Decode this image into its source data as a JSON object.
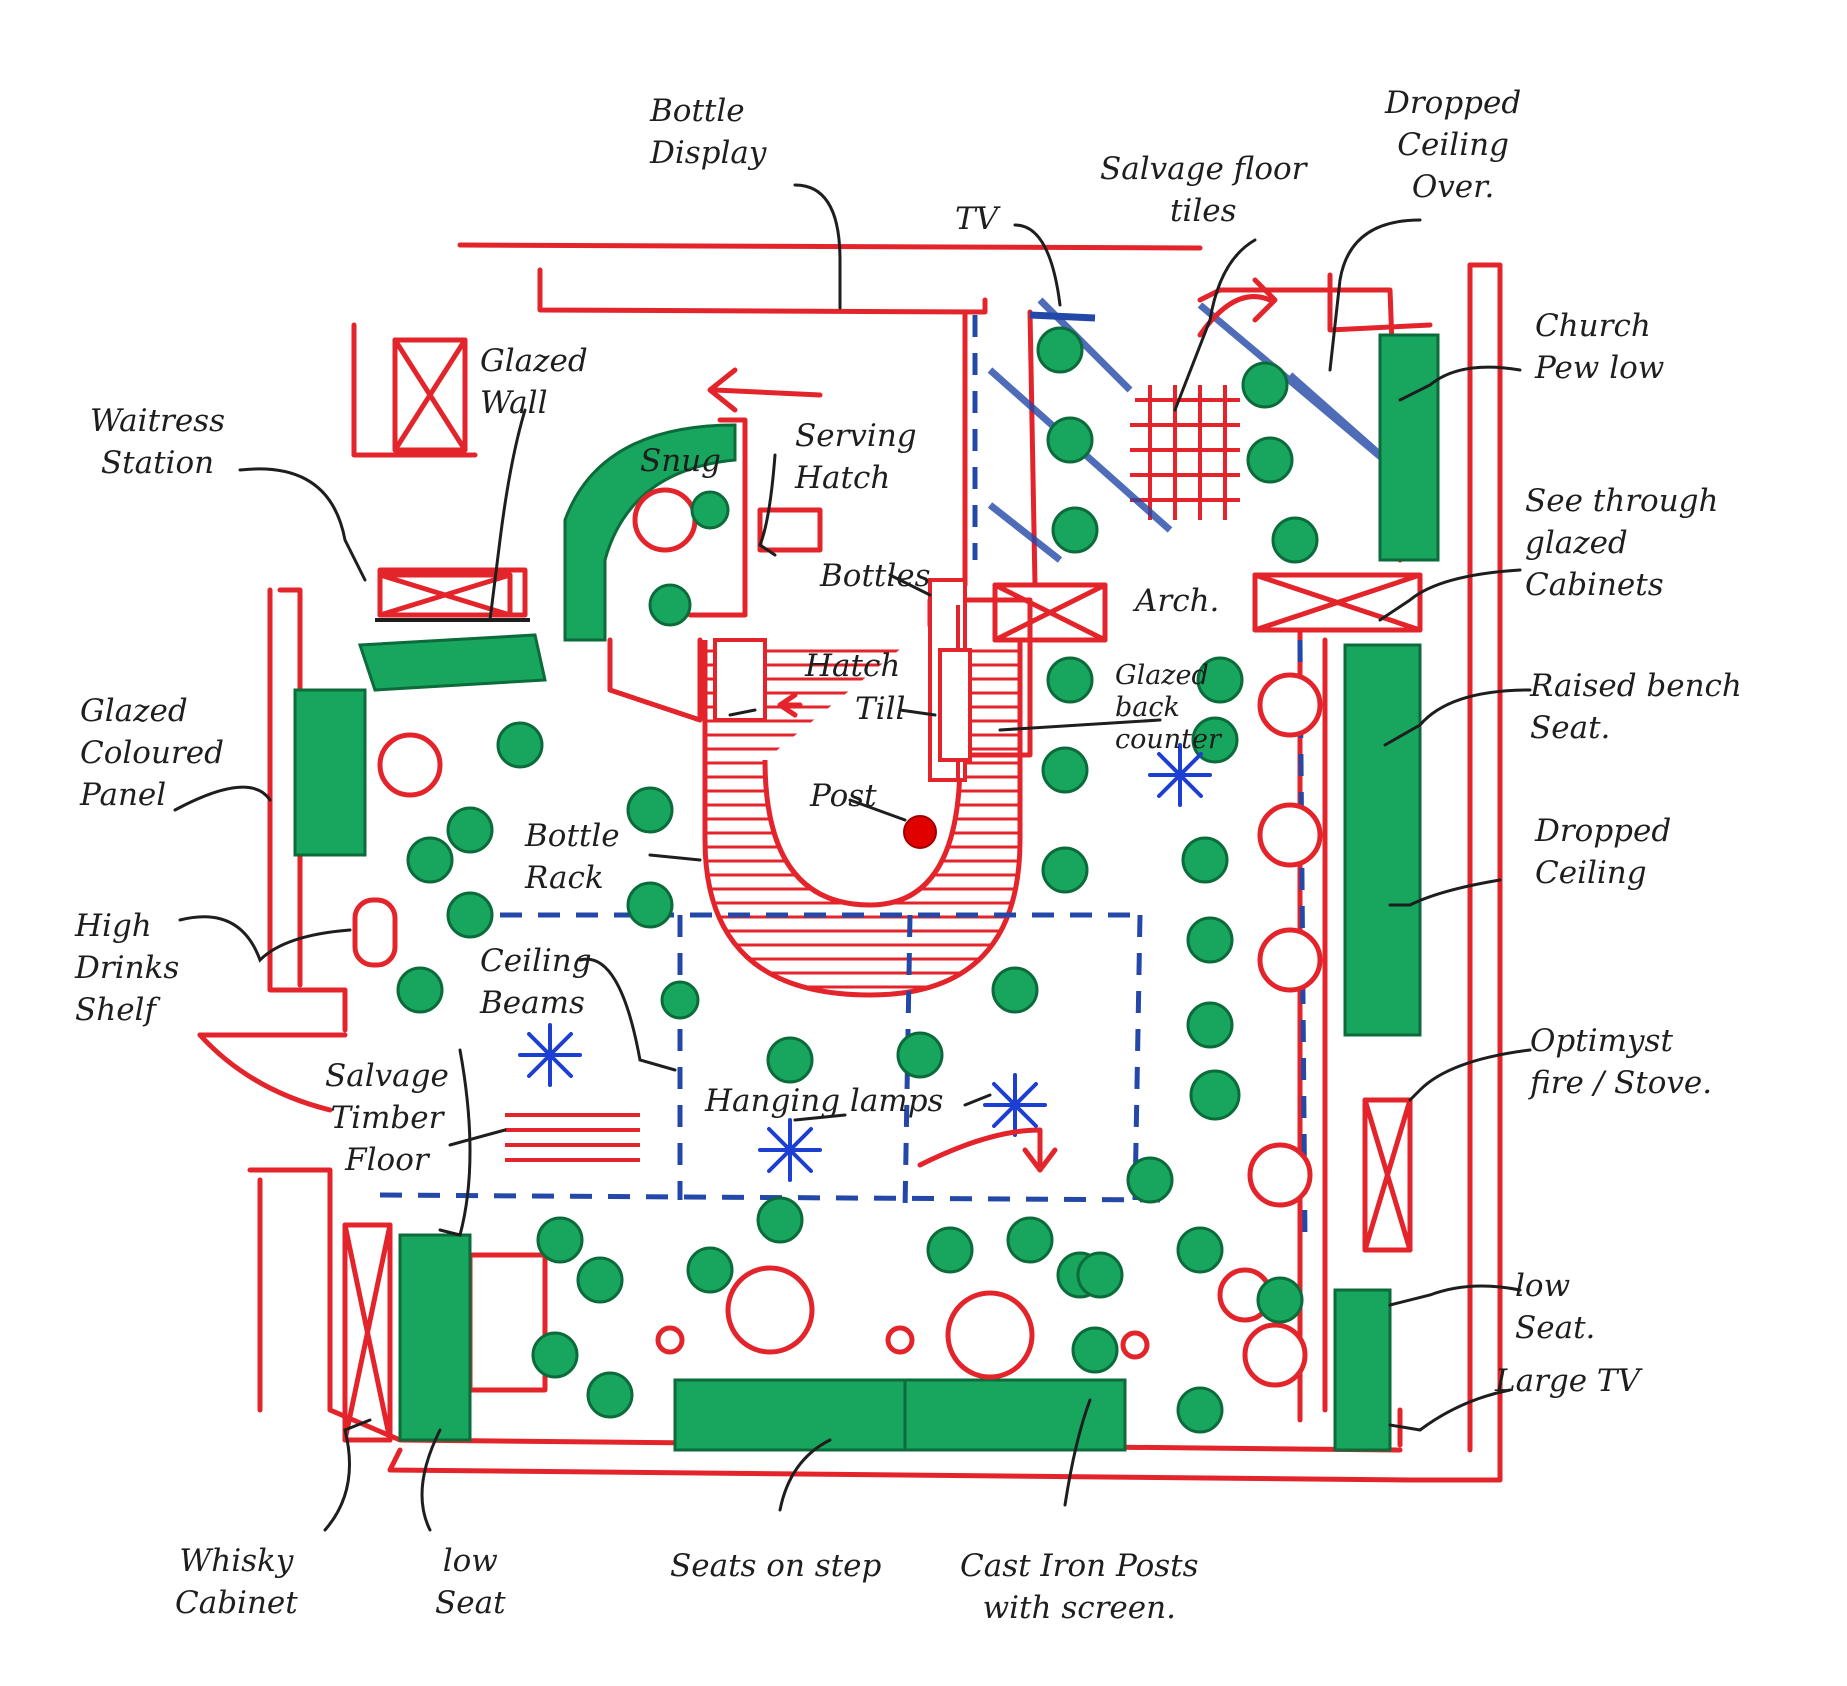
{
  "colors": {
    "wall": "#e4242b",
    "seat": "#18a65e",
    "seat_outline": "#0b6b3a",
    "beam": "#2448a8",
    "lamp": "#1d3fd1",
    "post": "#e00000",
    "ink": "#1e1e1e",
    "stool": "#e6e6e6"
  },
  "labels": {
    "bottle_display": [
      "Bottle",
      "Display"
    ],
    "tv": "TV",
    "salvage_floor_tiles": [
      "Salvage floor",
      "tiles"
    ],
    "dropped_ceiling_over": [
      "Dropped",
      "Ceiling",
      "Over."
    ],
    "church_pew": [
      "Church",
      "Pew low"
    ],
    "glazed_wall": [
      "Glazed",
      "Wall"
    ],
    "waitress_station": [
      "Waitress",
      "Station"
    ],
    "snug": "Snug",
    "serving_hatch": [
      "Serving",
      "Hatch"
    ],
    "bottles": "Bottles",
    "arch": "Arch.",
    "see_through": [
      "See through",
      "glazed",
      "Cabinets"
    ],
    "hatch": "Hatch",
    "till": "Till",
    "glazed_back_counter": [
      "Glazed",
      "back",
      "counter"
    ],
    "raised_bench": [
      "Raised bench",
      "Seat."
    ],
    "glazed_coloured_panel": [
      "Glazed",
      "Coloured",
      "Panel"
    ],
    "post": "Post",
    "bottle_rack": [
      "Bottle",
      "Rack"
    ],
    "dropped_ceiling": [
      "Dropped",
      "Ceiling"
    ],
    "high_drinks_shelf": [
      "High",
      "Drinks",
      "Shelf"
    ],
    "ceiling_beams": [
      "Ceiling",
      "Beams"
    ],
    "salvage_timber_floor": [
      "Salvage",
      "Timber",
      "Floor"
    ],
    "hanging_lamps": "Hanging lamps",
    "optimyst": [
      "Optimyst",
      "fire / Stove."
    ],
    "low_seat_right": [
      "low",
      "Seat."
    ],
    "large_tv": "Large TV",
    "whisky_cabinet": [
      "Whisky",
      "Cabinet"
    ],
    "low_seat_left": [
      "low",
      "Seat"
    ],
    "seats_on_step": "Seats on step",
    "cast_iron_posts": [
      "Cast Iron Posts",
      "with screen."
    ]
  }
}
